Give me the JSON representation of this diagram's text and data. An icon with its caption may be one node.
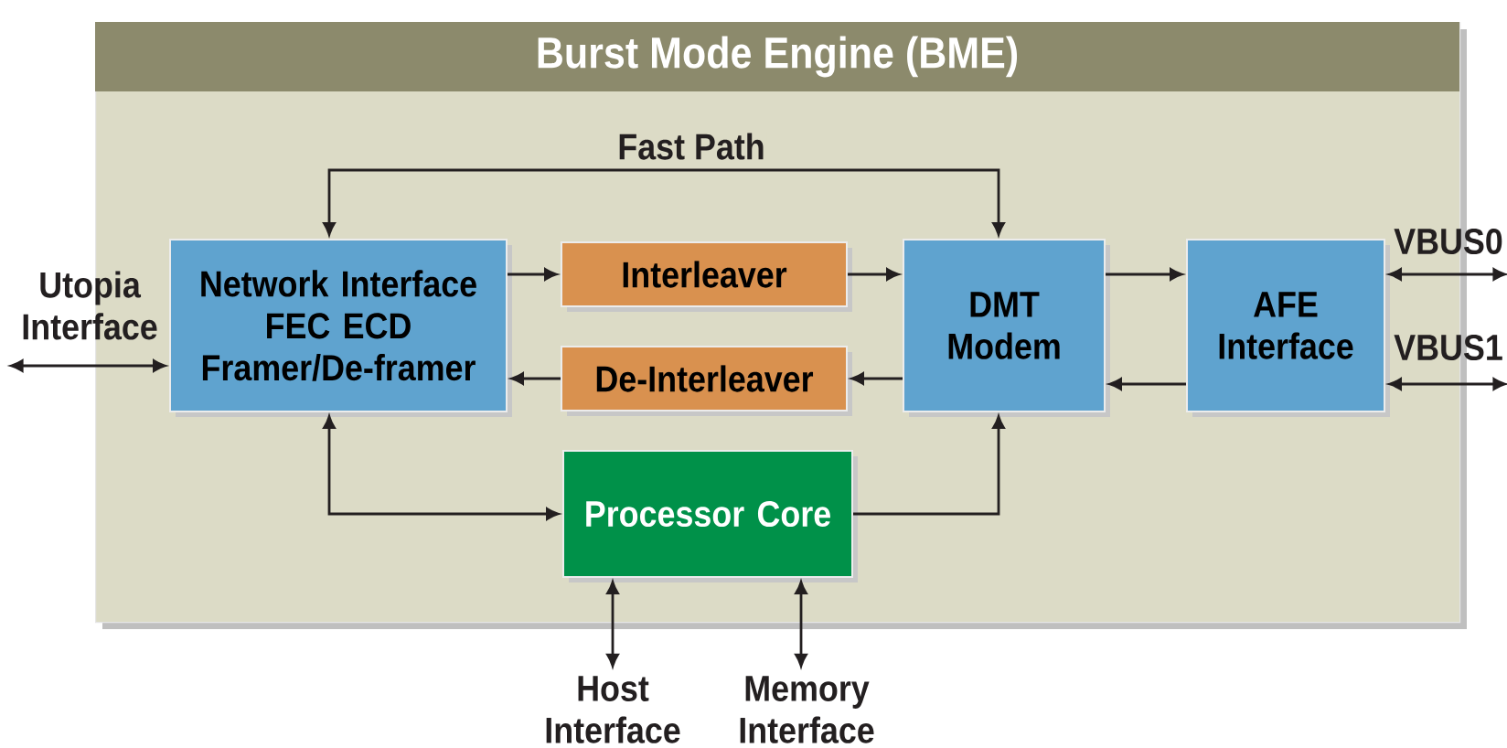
{
  "diagram": {
    "nodes": [
      {
        "text": [
          "Burst Mode Engine (BME)"
        ]
      },
      {
        "text": [
          "Network Interface FEC ECD Framer/De-framer"
        ],
        "in": 0
      },
      {
        "text": [
          "Interleaver"
        ],
        "in": 0
      },
      {
        "text": [
          "De-Interleaver"
        ],
        "in": 0
      },
      {
        "text": [
          "DMT Modem"
        ],
        "in": 0
      },
      {
        "text": [
          "AFE Interface"
        ],
        "in": 0
      },
      {
        "text": [
          "Processor Core"
        ],
        "in": 0
      },
      {
        "text": [
          "Utopia Interface"
        ]
      },
      {
        "text": [
          "VBUS0"
        ]
      },
      {
        "text": [
          "VBUS1"
        ]
      },
      {
        "text": [
          "Host Interface"
        ]
      },
      {
        "text": [
          "Memory Interface"
        ]
      }
    ],
    "edges": [
      {
        "from": 7,
        "to": 1,
        "arrow": "both"
      },
      {
        "from": 1,
        "to": 4,
        "arrow": "both",
        "label": "Fast Path"
      },
      {
        "from": 1,
        "to": 2,
        "arrow": "to"
      },
      {
        "from": 2,
        "to": 4,
        "arrow": "to"
      },
      {
        "from": 4,
        "to": 3,
        "arrow": "to"
      },
      {
        "from": 3,
        "to": 1,
        "arrow": "to"
      },
      {
        "from": 4,
        "to": 5,
        "arrow": "to"
      },
      {
        "from": 5,
        "to": 4,
        "arrow": "to"
      },
      {
        "from": 5,
        "to": 8,
        "arrow": "both"
      },
      {
        "from": 5,
        "to": 9,
        "arrow": "both"
      },
      {
        "from": 1,
        "to": 6,
        "arrow": "both"
      },
      {
        "from": 6,
        "to": 4,
        "arrow": "to"
      },
      {
        "from": 6,
        "to": 10,
        "arrow": "both"
      },
      {
        "from": 6,
        "to": 11,
        "arrow": "both"
      }
    ]
  }
}
